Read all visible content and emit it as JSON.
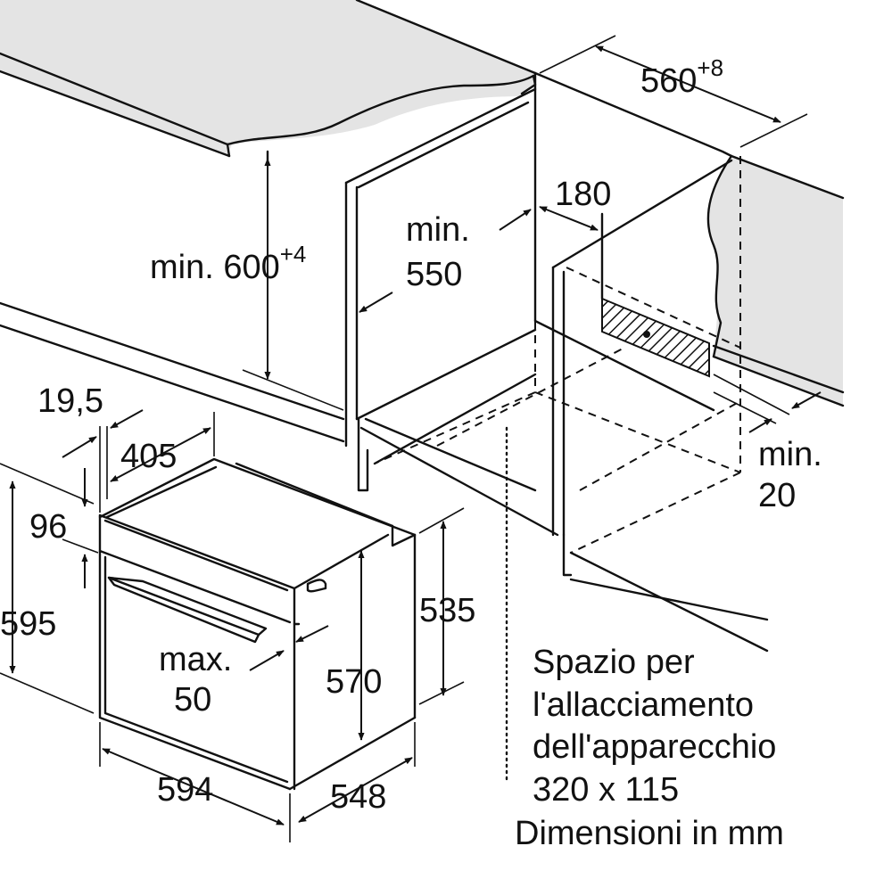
{
  "dimensions": {
    "niche_width": "560",
    "niche_width_tol": "+8",
    "niche_height_prefix": "min. 600",
    "niche_height_tol": "+4",
    "depth_min_line1": "min.",
    "depth_min_line2": "550",
    "vent_depth": "180",
    "gap_line1": "min.",
    "gap_line2": "20",
    "front_offset": "19,5",
    "panel_depth": "405",
    "top_offset": "96",
    "front_height": "595",
    "max_line1": "max.",
    "max_line2": "50",
    "body_height": "570",
    "side_height": "535",
    "front_width": "594",
    "body_depth": "548"
  },
  "notes": {
    "connection_line1": "Spazio per",
    "connection_line2": "l'allacciamento",
    "connection_line3": "dell'apparecchio",
    "connection_line4": "320 x 115",
    "units": "Dimensioni in mm"
  }
}
